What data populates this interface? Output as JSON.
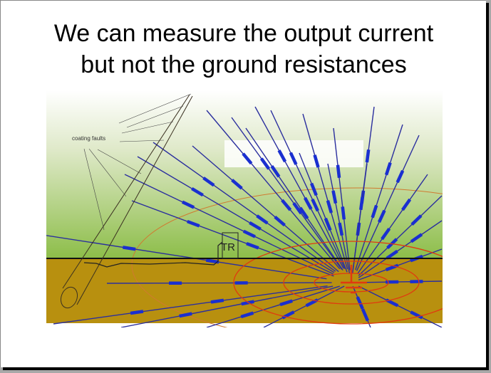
{
  "slide": {
    "title_line1": "We can measure the output current",
    "title_line2": "but not the ground resistances"
  },
  "diagram": {
    "coating_faults_label": "coating faults",
    "transformer_rectifier_label": "TR",
    "colors": {
      "sky_top": "#ffffff",
      "sky_bottom": "#8fbf4a",
      "soil": "#b8900f",
      "current_lines": "#2b2f9e",
      "current_arrows": "#1a2fd0",
      "equipotential": "#e03a10"
    }
  }
}
